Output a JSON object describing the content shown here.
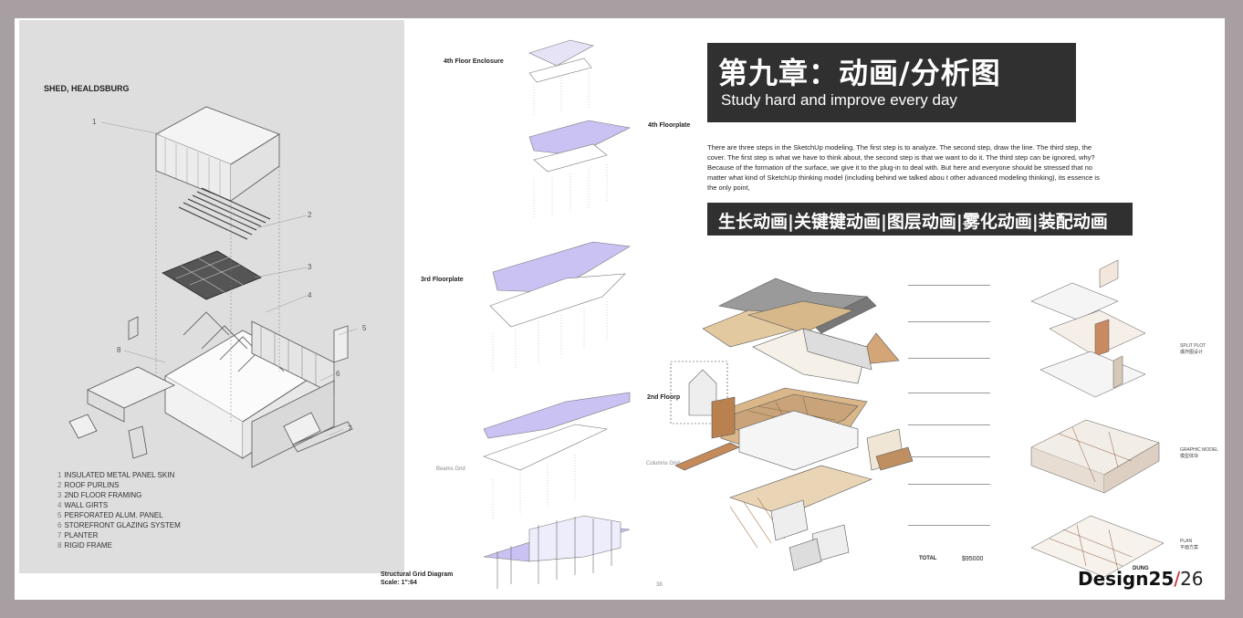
{
  "left_sheet": {
    "title": "SHED, HEALDSBURG",
    "callouts": [
      "1",
      "2",
      "3",
      "4",
      "5",
      "6",
      "7",
      "8"
    ],
    "legend": [
      {
        "num": "1",
        "label": "INSULATED METAL PANEL SKIN"
      },
      {
        "num": "2",
        "label": "ROOF PURLINS"
      },
      {
        "num": "3",
        "label": "2ND FLOOR FRAMING"
      },
      {
        "num": "4",
        "label": "WALL GIRTS"
      },
      {
        "num": "5",
        "label": "PERFORATED ALUM. PANEL"
      },
      {
        "num": "6",
        "label": "STOREFRONT GLAZING SYSTEM"
      },
      {
        "num": "7",
        "label": "PLANTER"
      },
      {
        "num": "8",
        "label": "RIGID FRAME"
      }
    ]
  },
  "floor_diagram": {
    "enclosure": "4th Floor Enclosure",
    "floor4": "4th Floorplate",
    "floor3": "3rd Floorplate",
    "floor2": "2nd Floorp",
    "beams": "Beams Grid",
    "columns": "Columns Grid",
    "caption": "Structural Grid Diagram",
    "scale": "Scale: 1\":64",
    "page": "38"
  },
  "header": {
    "title_cn": "第九章：动画/分析图",
    "subtitle": "Study hard and improve every day"
  },
  "paragraph": "There are three steps in the SketchUp modeling.  The first step is to analyze.  The second step, draw the line.  The third step, the cover.  The first step is what we have to think about, the second step is that we want to do it.  The third step can be ignored, why?  Because of the formation of the surface, we give it to the plug-in to deal with.  But here and everyone should be stressed that no matter what kind of SketchUp thinking model (including behind we talked abou t other advanced modeling thinking), its essence is the only point,",
  "animation_bar": "生长动画|关键键动画|图层动画|雾化动画|装配动画",
  "cost": {
    "total_label": "TOTAL",
    "total_value": "$95000"
  },
  "right_labels": {
    "split": "SPLIT PLOT",
    "split_cn": "爆炸图设计",
    "graphic": "GRAPHIC MODEL",
    "graphic_cn": "模型体块",
    "plan": "PLAN",
    "plan_cn": "平面方案"
  },
  "logo": {
    "word": "Design",
    "num": "25",
    "slash": "/",
    "end": "26",
    "small": "DUNG"
  },
  "colors": {
    "page_bg": "#a89fa3",
    "dark_bar": "#303030",
    "floor_purple": "#c9c2f2",
    "wood": "#c9a47a"
  }
}
